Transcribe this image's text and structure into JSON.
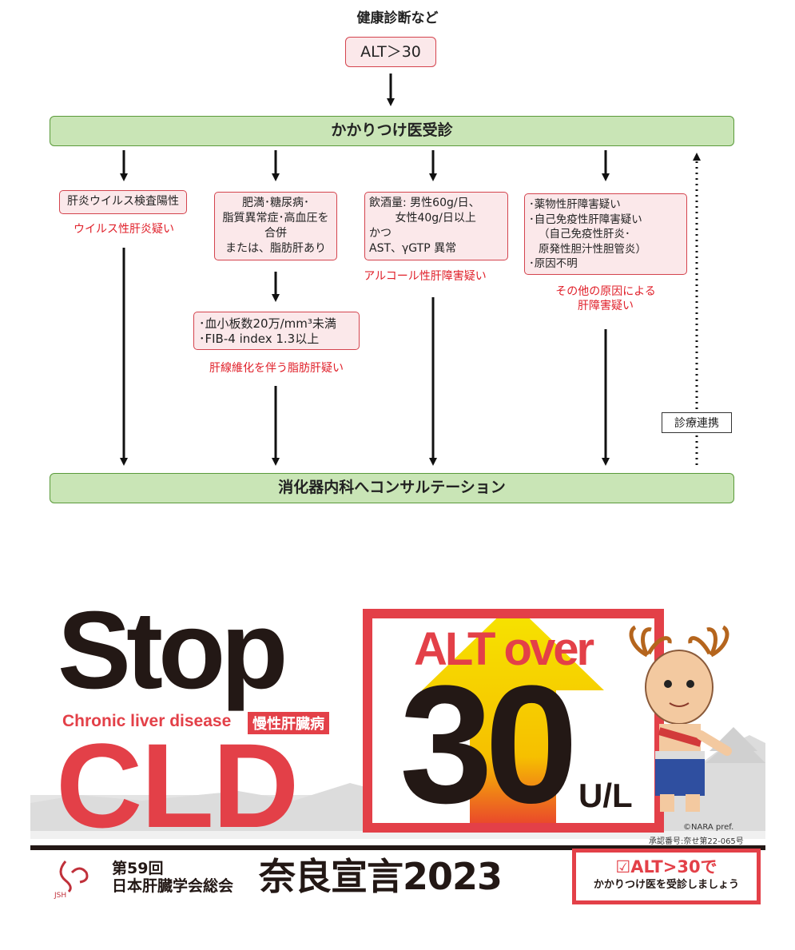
{
  "flow": {
    "heading": "健康診断など",
    "alt_box": "ALT＞30",
    "top_bar": "かかりつけ医受診",
    "bottom_bar": "消化器内科へコンサルテーション",
    "link_label": "診療連携",
    "columns": [
      {
        "box_lines": [
          "肝炎ウイルス検査陽性"
        ],
        "result_lines": [
          "ウイルス性肝炎疑い"
        ]
      },
      {
        "box_lines": [
          "肥満･糖尿病･",
          "脂質異常症･高血圧を",
          "合併",
          "または、脂肪肝あり"
        ],
        "sub_box_lines": [
          "･血小板数20万/mm³未満",
          "･FIB-4 index 1.3以上"
        ],
        "result_lines": [
          "肝線維化を伴う脂肪肝疑い"
        ]
      },
      {
        "box_lines": [
          "飲酒量: 男性60g/日、",
          "　　 女性40g/日以上",
          "かつ",
          "AST、γGTP  異常"
        ],
        "result_lines": [
          "アルコール性肝障害疑い"
        ]
      },
      {
        "box_lines": [
          "･薬物性肝障害疑い",
          "･自己免疫性肝障害疑い",
          "（自己免疫性肝炎･",
          "原発性胆汁性胆管炎）",
          "･原因不明"
        ],
        "result_lines": [
          "その他の原因による",
          "肝障害疑い"
        ]
      }
    ]
  },
  "banner": {
    "stop": "Stop",
    "chronic": "Chronic liver disease",
    "chronic_jp": "慢性肝臓病",
    "cld": "CLD",
    "alt_over": "ALT over",
    "thirty": "30",
    "unit": "U/L",
    "copyright": "©NARA pref.",
    "approval": "承認番号:奈せ第22-065号",
    "logo_text": "JSH",
    "congress_line1": "第59回",
    "congress_line2": "日本肝臓学会総会",
    "declaration": "奈良宣言2023",
    "cta_line1": "☑ALT>30で",
    "cta_line2": "かかりつけ医を受診しましょう"
  },
  "colors": {
    "red": "#e0202a",
    "banner_red": "#e34048",
    "green_fill": "#c9e5b6",
    "green_border": "#5a9a3a",
    "yellow": "#f6e500"
  }
}
